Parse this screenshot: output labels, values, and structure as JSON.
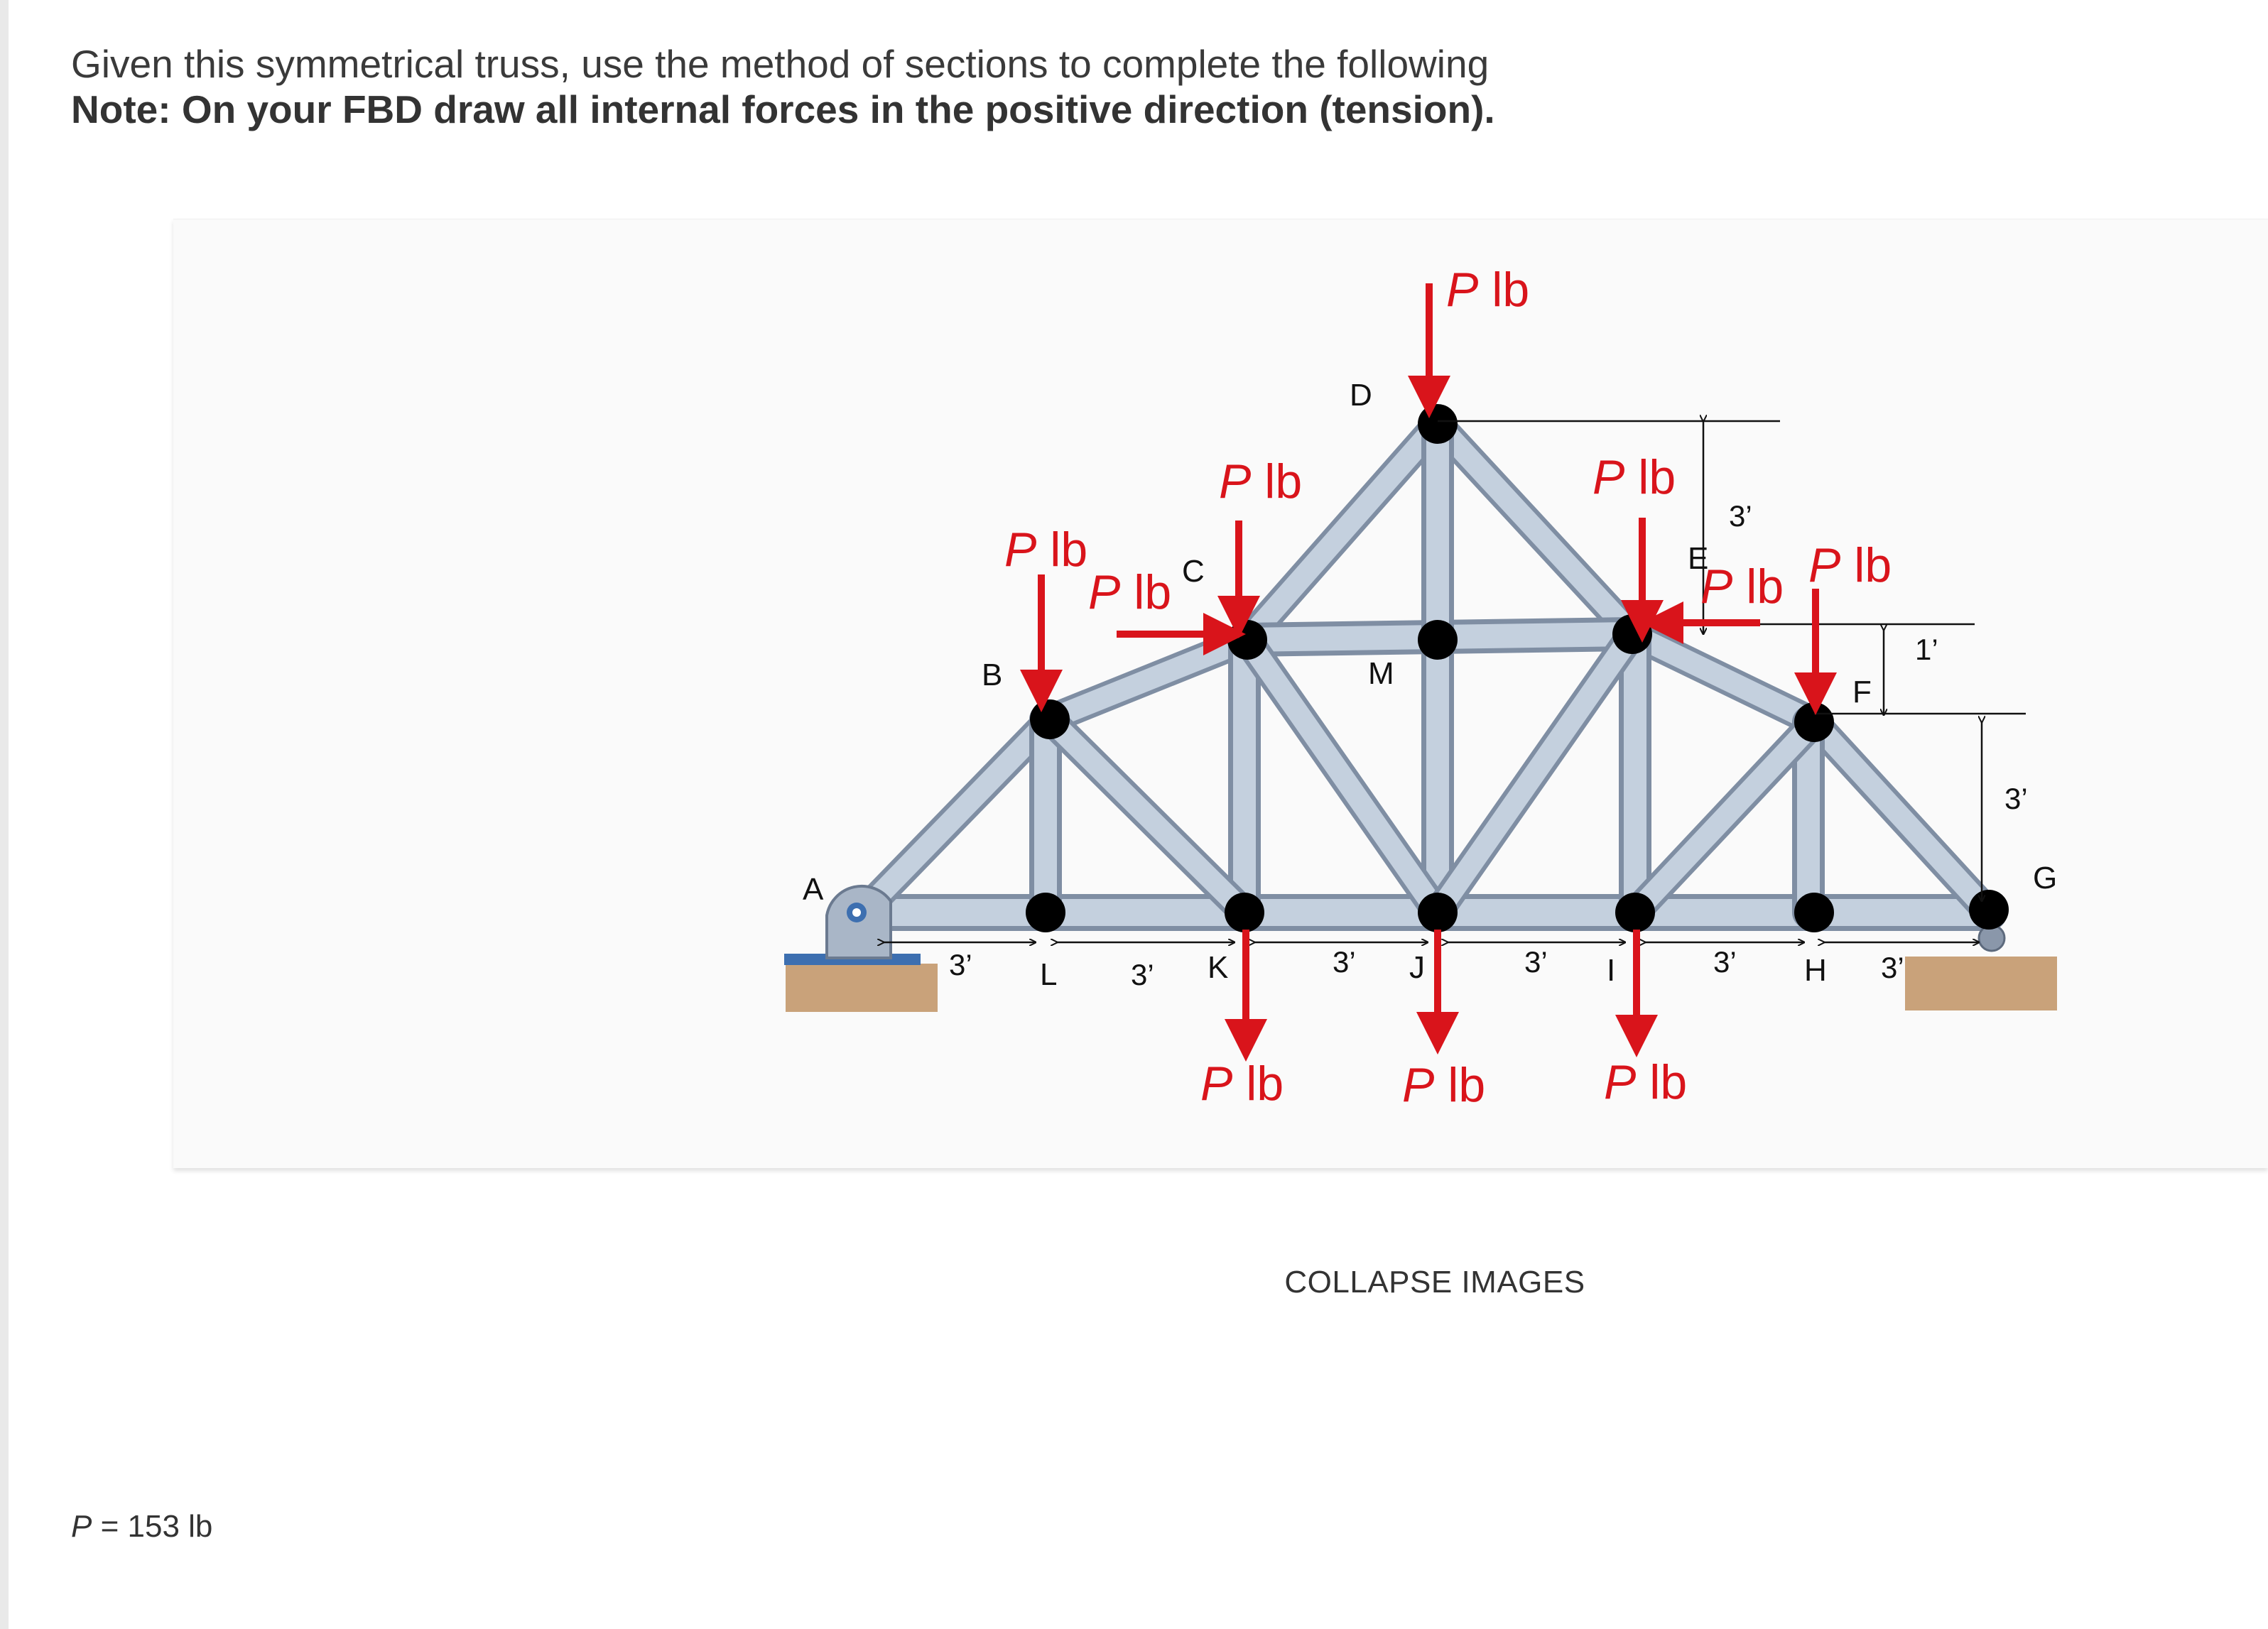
{
  "question": {
    "line1": "Given this symmetrical truss, use the method of sections to complete the following",
    "line2": "Note: On your FBD draw all internal forces in the positive direction (tension)."
  },
  "figure": {
    "joint_labels": {
      "A": "A",
      "B": "B",
      "C": "C",
      "D": "D",
      "E": "E",
      "F": "F",
      "G": "G",
      "H": "H",
      "I": "I",
      "J": "J",
      "K": "K",
      "L": "L",
      "M": "M"
    },
    "load_symbol": "P",
    "load_unit": "lb",
    "dimensions": {
      "bottom_spacing": [
        "3’",
        "3’",
        "3’",
        "3’",
        "3’",
        "3’"
      ],
      "top_rise": "3’",
      "upper_rise": "1’",
      "side_height": "3’"
    },
    "colors": {
      "load_arrow": "#d9141b",
      "member": "#b8c6d8",
      "joint": "#000000",
      "ground": "#c9a27a"
    }
  },
  "collapse_label": "COLLAPSE IMAGES",
  "given": {
    "var": "P",
    "rest": " = 153 lb"
  }
}
